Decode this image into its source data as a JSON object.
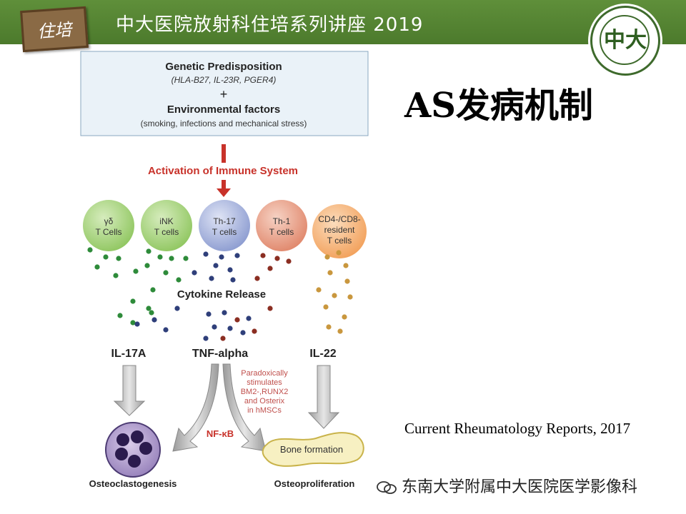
{
  "header": {
    "stamp_text": "住培",
    "title": "中大医院放射科住培系列讲座 2019",
    "logo_text": "中大"
  },
  "slide": {
    "title": "AS发病机制",
    "citation": "Current Rheumatology Reports, 2017",
    "watermark": "东南大学附属中大医院医学影像科"
  },
  "diagram": {
    "top_box": {
      "line1": "Genetic Predisposition",
      "line2": "(HLA-B27, IL-23R, PGER4)",
      "plus": "+",
      "line3": "Environmental factors",
      "line4": "(smoking, infections and mechanical stress)"
    },
    "activation": "Activation of Immune System",
    "cells": [
      {
        "line1": "γδ",
        "line2": "T Cells",
        "color": "#8fc65f"
      },
      {
        "line1": "iNK",
        "line2": "T cells",
        "color": "#8fc65f"
      },
      {
        "line1": "Th-17",
        "line2": "T cells",
        "color": "#8b9bd0"
      },
      {
        "line1": "Th-1",
        "line2": "T cells",
        "color": "#e0866a"
      },
      {
        "line1": "CD4-/CD8-",
        "line2": "resident",
        "line3": "T cells",
        "color": "#f2a05a"
      }
    ],
    "cytokine_release": "Cytokine Release",
    "cytokines": [
      "IL-17A",
      "TNF-alpha",
      "IL-22"
    ],
    "note_lines": [
      "Paradoxically",
      "stimulates",
      "BM2-,RUNX2",
      "and Osterix",
      "in hMSCs"
    ],
    "nfkb": "NF-κB",
    "bone_formation": "Bone formation",
    "osteoclastogenesis": "Osteoclastogenesis",
    "osteoproliferation": "Osteoproliferation",
    "colors": {
      "green_dot": "#2e8b3a",
      "navy_dot": "#2f3f7a",
      "red_dot": "#8b2e22",
      "gold_dot": "#c9973e",
      "red_arrow": "#c8322a",
      "accent_red": "#c8322a",
      "note_red": "#c0504d"
    }
  }
}
